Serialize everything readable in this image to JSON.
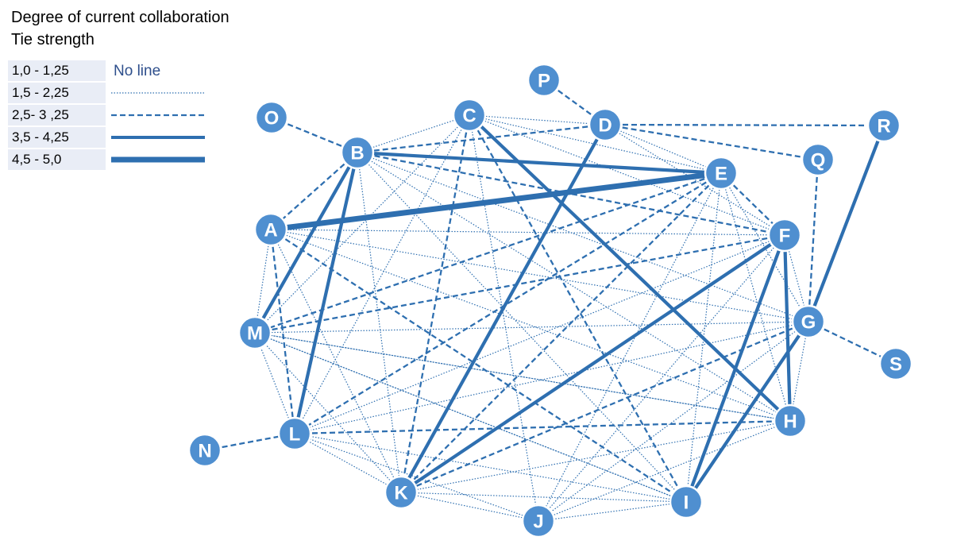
{
  "title": {
    "line1": "Degree of current collaboration",
    "line2": "Tie strength"
  },
  "legend": [
    {
      "label": "1,0 - 1,25",
      "style": "none",
      "sample_text": "No line"
    },
    {
      "label": "1,5 - 2,25",
      "style": "dotted"
    },
    {
      "label": "2,5- 3 ,25",
      "style": "dashed"
    },
    {
      "label": "3,5 - 4,25",
      "style": "solid"
    },
    {
      "label": "4,5 - 5,0",
      "style": "thick"
    }
  ],
  "colors": {
    "line": "#2e6fb0",
    "node_fill": "#4f8fd0",
    "node_stroke": "#ffffff",
    "legend_bg": "#e9edf6",
    "no_line_text": "#2e4f8c"
  },
  "nodes": [
    "A",
    "B",
    "C",
    "D",
    "E",
    "F",
    "G",
    "H",
    "I",
    "J",
    "K",
    "L",
    "M",
    "N",
    "O",
    "P",
    "Q",
    "R",
    "S"
  ],
  "edges": {
    "thick": [
      [
        "A",
        "E"
      ]
    ],
    "solid": [
      [
        "B",
        "E"
      ],
      [
        "B",
        "M"
      ],
      [
        "B",
        "L"
      ],
      [
        "C",
        "H"
      ],
      [
        "D",
        "K"
      ],
      [
        "K",
        "F"
      ],
      [
        "F",
        "H"
      ],
      [
        "F",
        "I"
      ],
      [
        "I",
        "G"
      ],
      [
        "R",
        "G"
      ]
    ],
    "dashed": [
      [
        "O",
        "B"
      ],
      [
        "P",
        "D"
      ],
      [
        "D",
        "R"
      ],
      [
        "D",
        "Q"
      ],
      [
        "Q",
        "G"
      ],
      [
        "G",
        "S"
      ],
      [
        "N",
        "L"
      ],
      [
        "A",
        "L"
      ],
      [
        "A",
        "I"
      ],
      [
        "B",
        "A"
      ],
      [
        "B",
        "F"
      ],
      [
        "C",
        "K"
      ],
      [
        "C",
        "I"
      ],
      [
        "D",
        "B"
      ],
      [
        "E",
        "M"
      ],
      [
        "E",
        "L"
      ],
      [
        "E",
        "K"
      ],
      [
        "L",
        "H"
      ],
      [
        "G",
        "K"
      ],
      [
        "M",
        "F"
      ],
      [
        "E",
        "F"
      ]
    ],
    "dotted": [
      [
        "A",
        "M"
      ],
      [
        "A",
        "K"
      ],
      [
        "A",
        "F"
      ],
      [
        "A",
        "G"
      ],
      [
        "A",
        "H"
      ],
      [
        "B",
        "C"
      ],
      [
        "B",
        "K"
      ],
      [
        "B",
        "I"
      ],
      [
        "B",
        "H"
      ],
      [
        "B",
        "G"
      ],
      [
        "C",
        "D"
      ],
      [
        "C",
        "E"
      ],
      [
        "C",
        "F"
      ],
      [
        "C",
        "M"
      ],
      [
        "C",
        "L"
      ],
      [
        "C",
        "J"
      ],
      [
        "D",
        "E"
      ],
      [
        "D",
        "F"
      ],
      [
        "E",
        "G"
      ],
      [
        "E",
        "H"
      ],
      [
        "E",
        "I"
      ],
      [
        "E",
        "J"
      ],
      [
        "F",
        "G"
      ],
      [
        "F",
        "J"
      ],
      [
        "F",
        "L"
      ],
      [
        "G",
        "L"
      ],
      [
        "G",
        "J"
      ],
      [
        "G",
        "H"
      ],
      [
        "H",
        "K"
      ],
      [
        "H",
        "J"
      ],
      [
        "H",
        "M"
      ],
      [
        "I",
        "K"
      ],
      [
        "I",
        "J"
      ],
      [
        "I",
        "L"
      ],
      [
        "I",
        "M"
      ],
      [
        "J",
        "K"
      ],
      [
        "J",
        "L"
      ],
      [
        "K",
        "L"
      ],
      [
        "K",
        "M"
      ],
      [
        "L",
        "M"
      ],
      [
        "M",
        "G"
      ],
      [
        "M",
        "H"
      ],
      [
        "M",
        "I"
      ]
    ]
  }
}
